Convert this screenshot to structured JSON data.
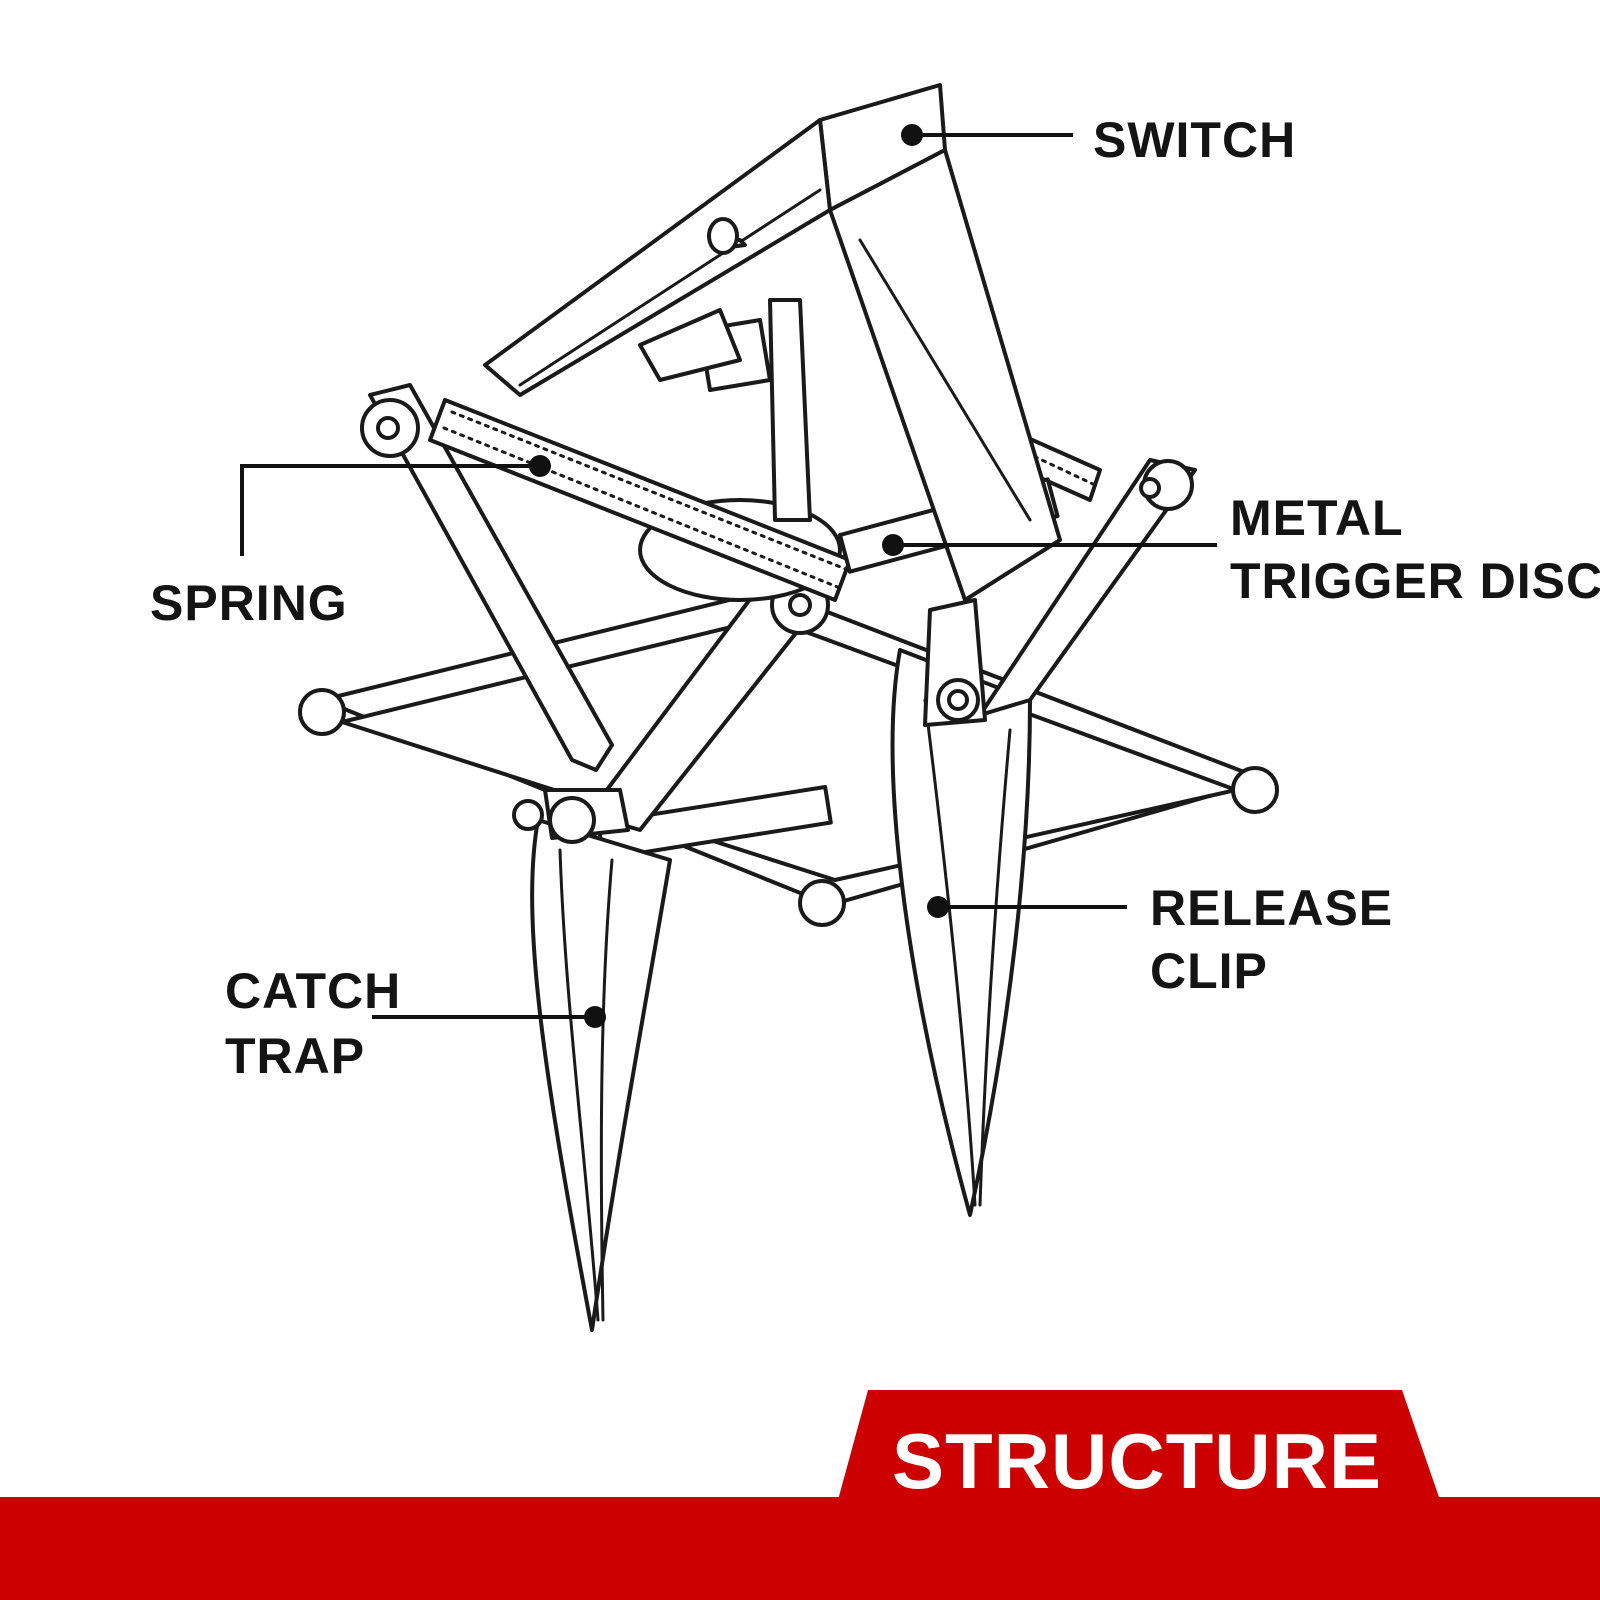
{
  "labels": {
    "switch": "SWITCH",
    "spring": "SPRING",
    "metal_trigger_disc": [
      "METAL",
      "TRIGGER DISC"
    ],
    "release_clip": [
      "RELEASE",
      "CLIP"
    ],
    "catch_trap": [
      "CATCH",
      "TRAP"
    ]
  },
  "banner": {
    "title": "STRUCTURE",
    "color": "#cc0000"
  }
}
